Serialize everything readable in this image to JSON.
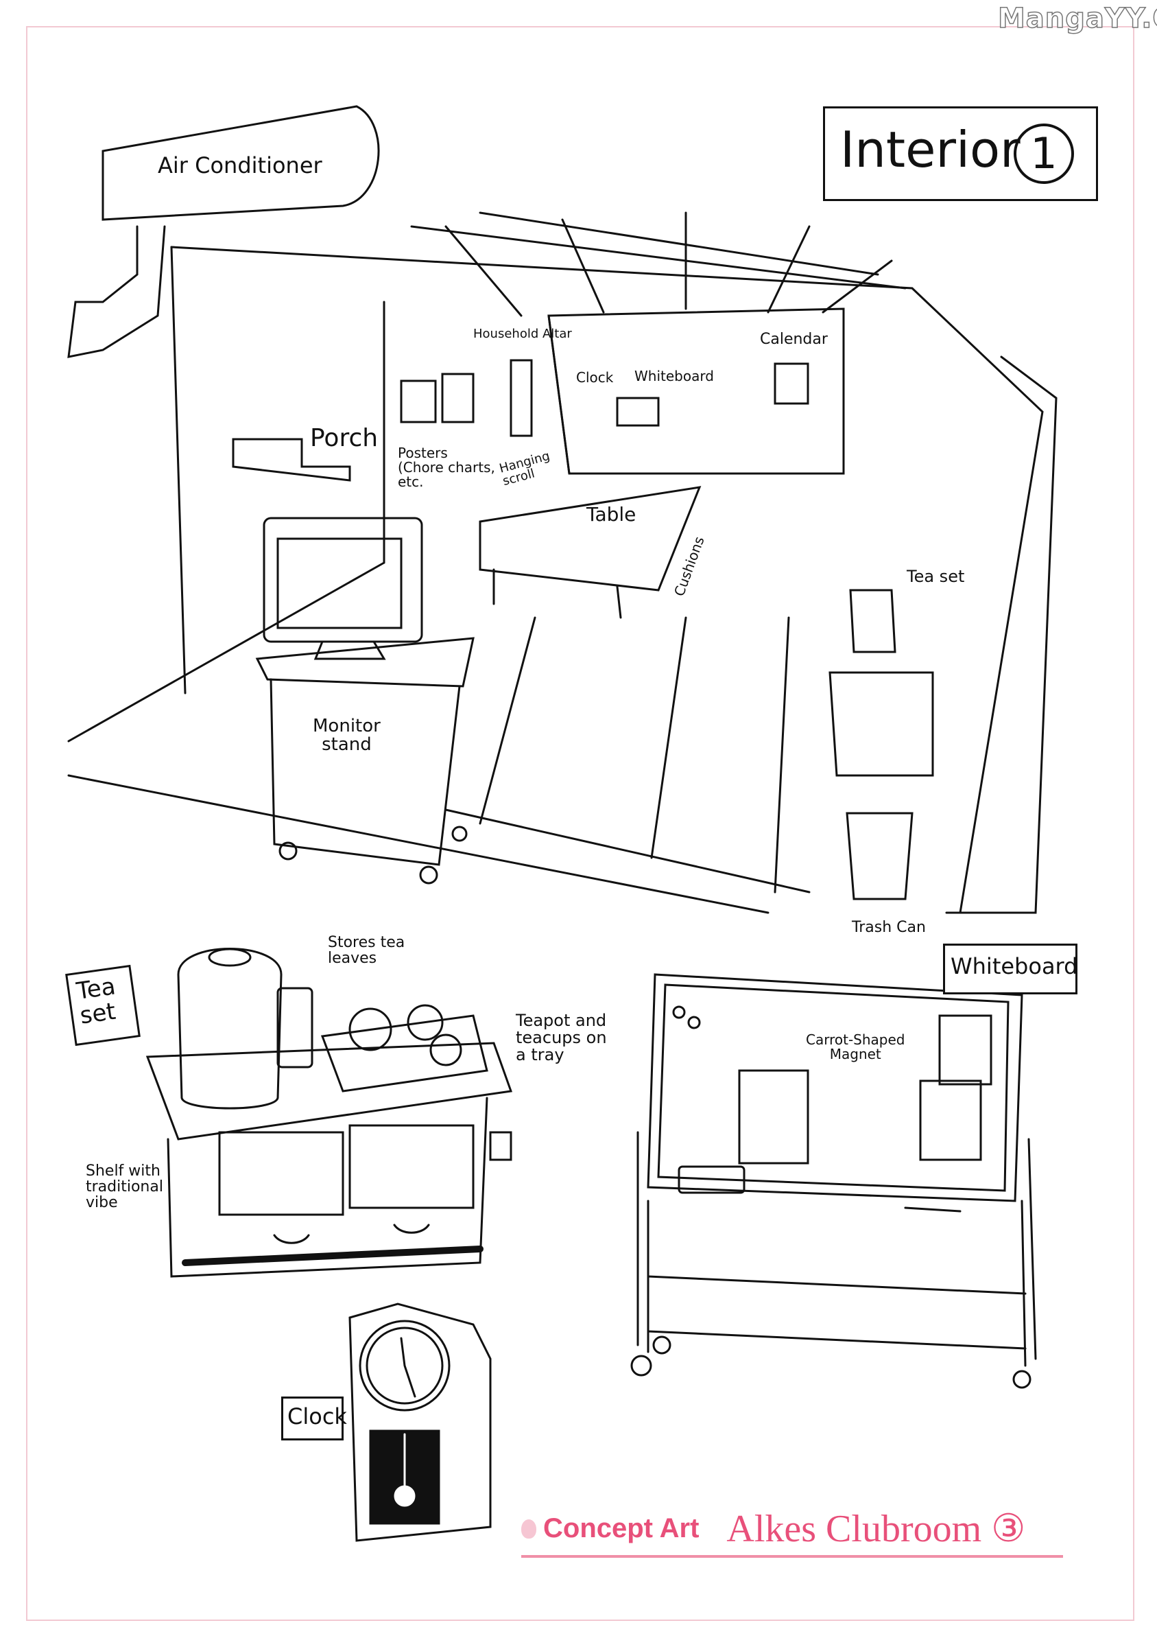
{
  "watermark": "MangaYY.Org",
  "title": "Interior",
  "title_number": "1",
  "labels": {
    "air_conditioner": "Air Conditioner",
    "household_altar": "Household Altar",
    "clock_room": "Clock",
    "whiteboard_room": "Whiteboard",
    "calendar": "Calendar",
    "porch": "Porch",
    "posters": "Posters\n(Chore charts,\netc.",
    "hanging_scroll": "Hanging\nscroll",
    "table": "Table",
    "cushions": "Cushions",
    "tea_set_room": "Tea set",
    "monitor_stand": "Monitor\nstand",
    "trash_can": "Trash Can",
    "stores_tea": "Stores tea\nleaves",
    "tea_set": "Tea\nset",
    "teapot": "Teapot and\nteacups on\na tray",
    "shelf": "Shelf with\ntraditional\nvibe",
    "whiteboard": "Whiteboard",
    "magnet": "Carrot-Shaped\nMagnet",
    "clock": "Clock"
  },
  "footer": {
    "concept": "Concept Art",
    "name": "Alkes Clubroom ③"
  },
  "colors": {
    "accent": "#e8507a",
    "frame": "#f2c9d2"
  }
}
